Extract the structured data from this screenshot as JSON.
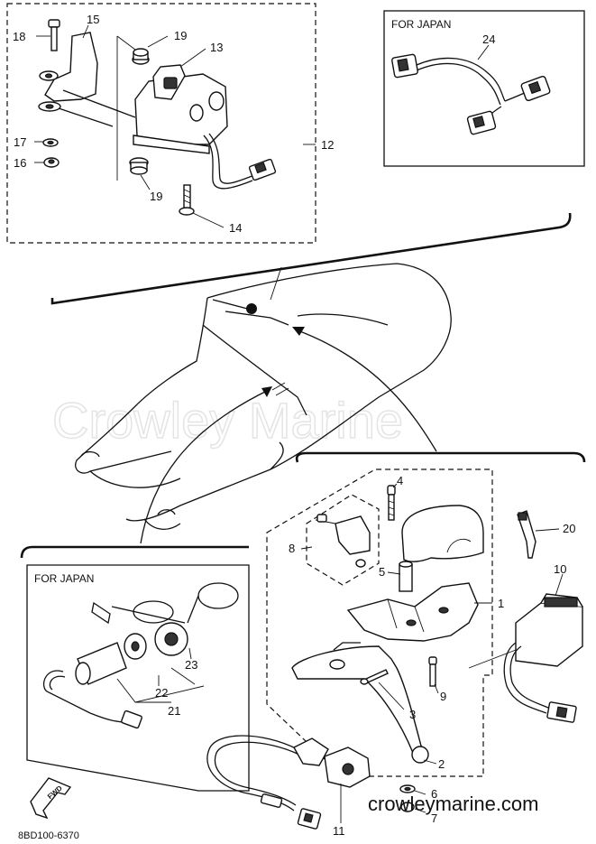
{
  "figure": {
    "watermark": "Crowley Marine",
    "site": "crowleymarine.com",
    "drawing_code": "8BD100-6370",
    "direction_tag": "FWD"
  },
  "boxes": {
    "japan_top_title": "FOR JAPAN",
    "japan_bottom_title": "FOR JAPAN"
  },
  "labels": {
    "p1": "1",
    "p2": "2",
    "p3": "3",
    "p4": "4",
    "p5": "5",
    "p6": "6",
    "p7": "7",
    "p8": "8",
    "p9": "9",
    "p10": "10",
    "p11": "11",
    "p12": "12",
    "p13": "13",
    "p14": "14",
    "p15": "15",
    "p16": "16",
    "p17": "17",
    "p18": "18",
    "p19a": "19",
    "p19b": "19",
    "p20": "20",
    "p21": "21",
    "p22": "22",
    "p23": "23",
    "p24": "24"
  }
}
